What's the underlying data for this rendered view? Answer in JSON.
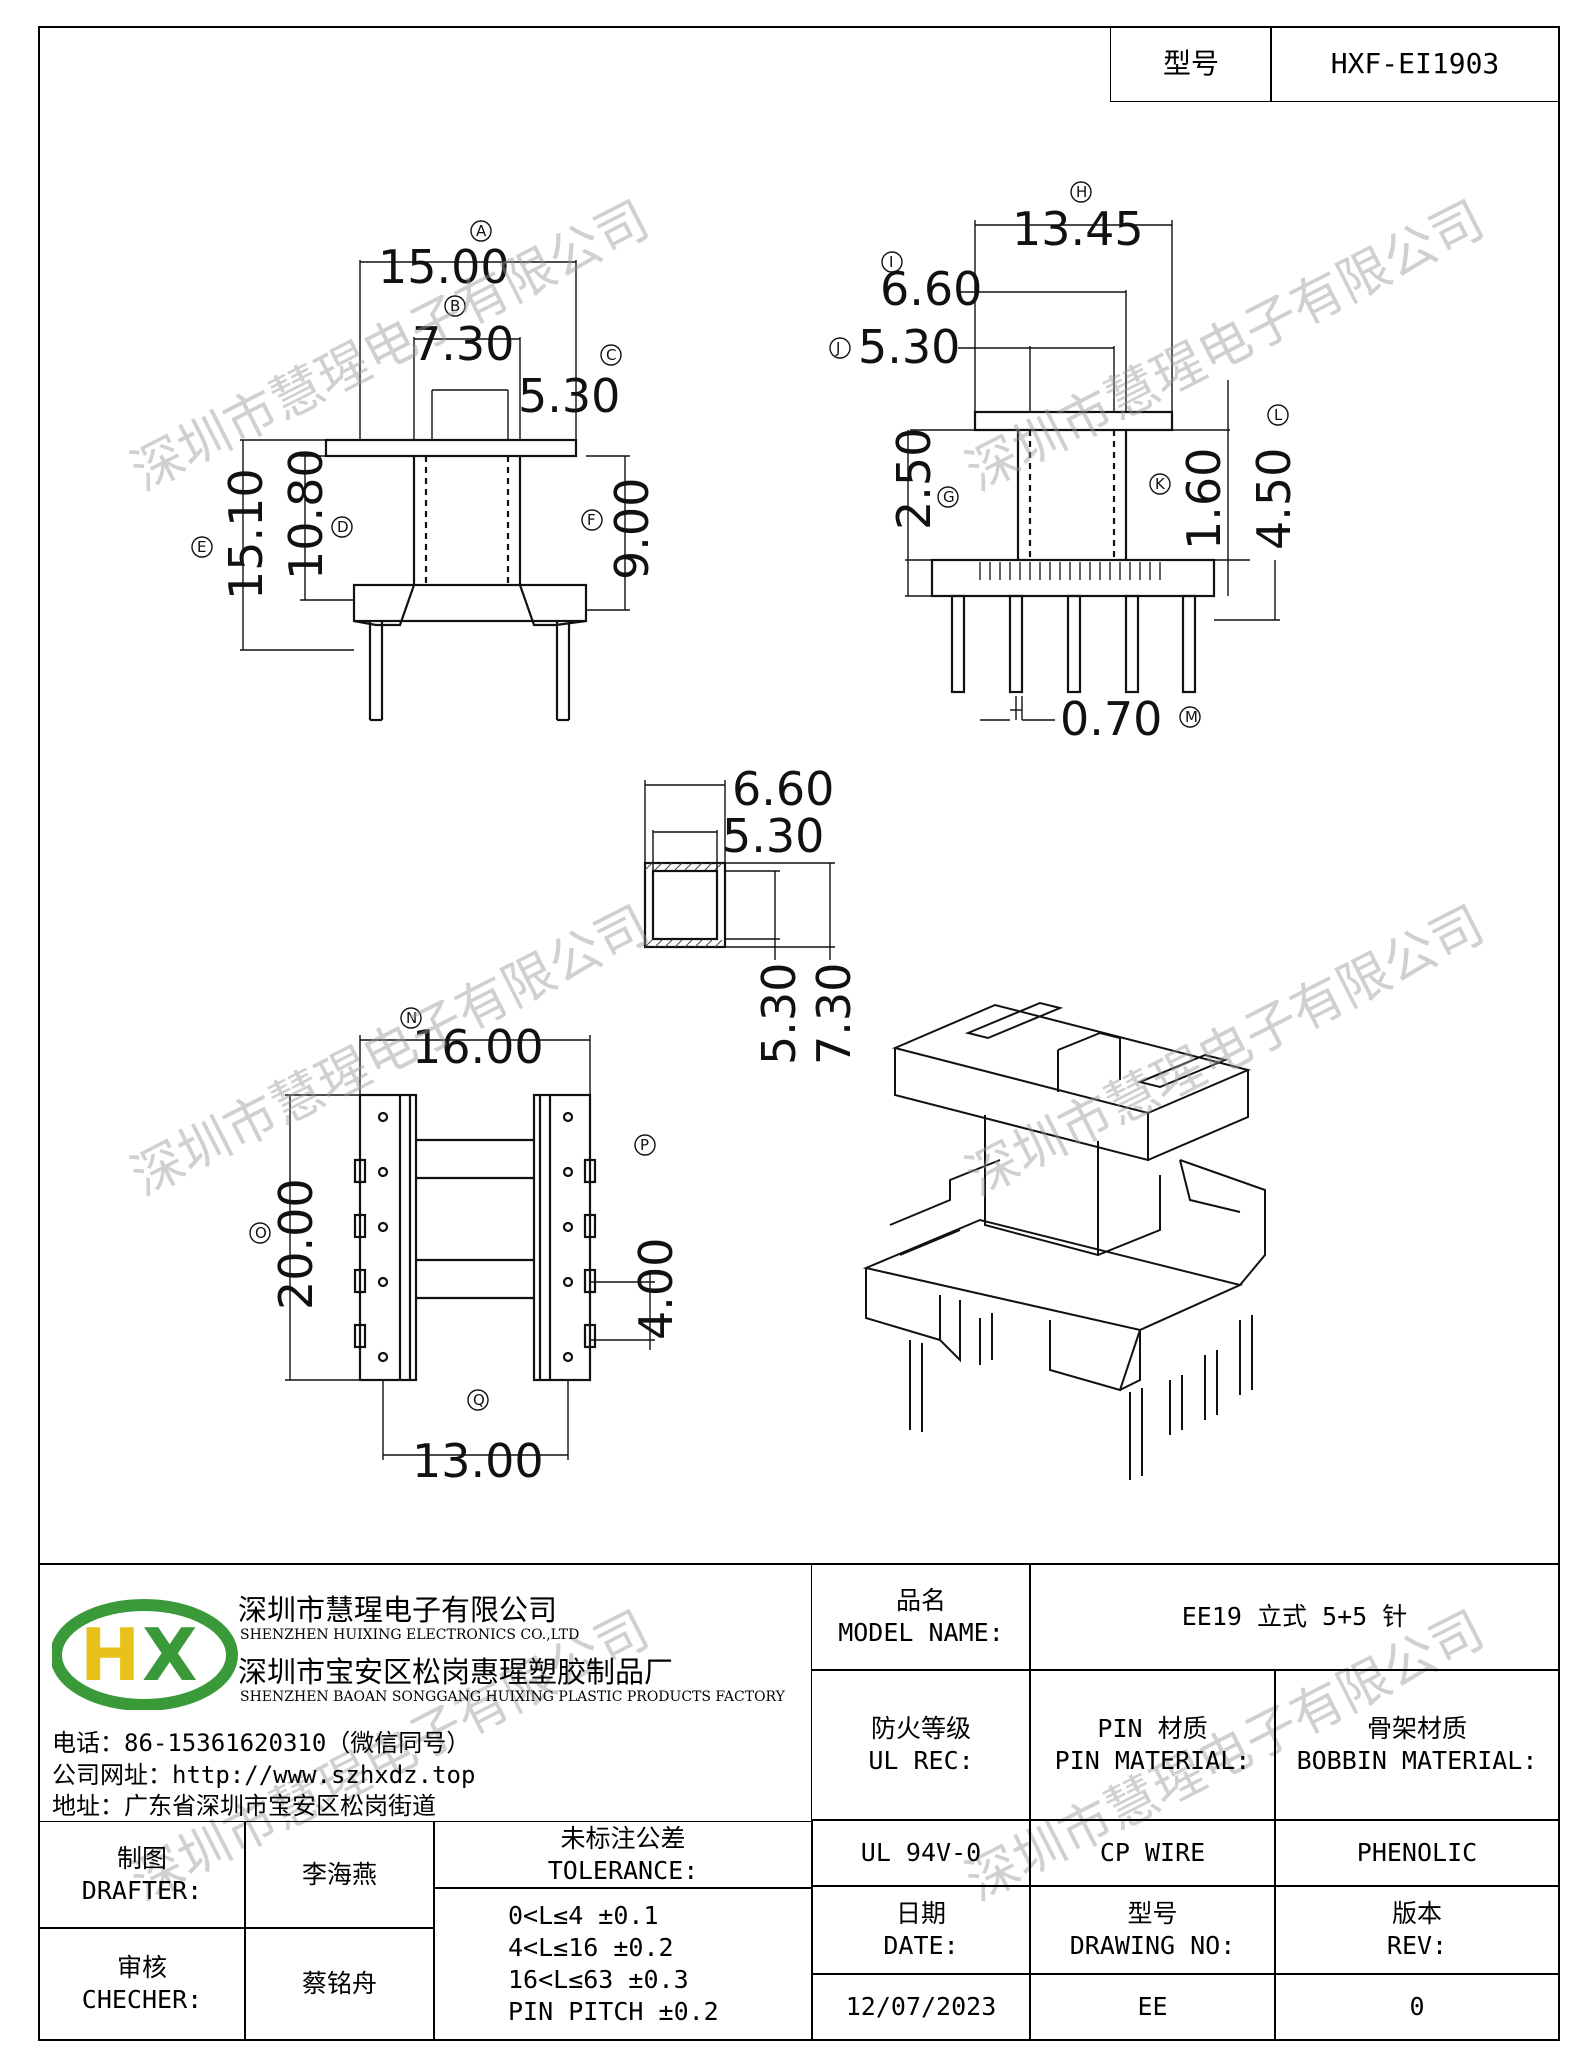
{
  "model_label": "型号",
  "model_value": "HXF-EI1903",
  "watermark": "深圳市慧瑆电子有限公司",
  "dimensions": {
    "A": "15.00",
    "B": "7.30",
    "C": "5.30",
    "D": "10.80",
    "E": "15.10",
    "F": "9.00",
    "H": "13.45",
    "I": "6.60",
    "J": "5.30",
    "G": "2.50",
    "K": "1.60",
    "L": "4.50",
    "M": "0.70",
    "core_w_outer": "6.60",
    "core_w_inner": "5.30",
    "core_h_inner": "5.30",
    "core_h_outer": "7.30",
    "N": "16.00",
    "O": "20.00",
    "P": "4.00",
    "Q": "13.00"
  },
  "company": {
    "name_cn": "深圳市慧瑆电子有限公司",
    "name_en": "SHENZHEN HUIXING ELECTRONICS CO.,LTD",
    "factory_cn": "深圳市宝安区松岗惠瑆塑胶制品厂",
    "factory_en": "SHENZHEN BAOAN SONGGANG HUIXING PLASTIC PRODUCTS FACTORY",
    "phone": "电话：86-15361620310（微信同号）",
    "web": "公司网址：http://www.szhxdz.top",
    "address": "地址：广东省深圳市宝安区松岗街道"
  },
  "table": {
    "model_name_cn": "品名",
    "model_name_en": "MODEL NAME:",
    "model_name_value": "EE19 立式 5+5 针",
    "ul_rec_cn": "防火等级",
    "ul_rec_en": "UL REC:",
    "pin_mat_cn": "PIN 材质",
    "pin_mat_en": "PIN MATERIAL:",
    "bobbin_mat_cn": "骨架材质",
    "bobbin_mat_en": "BOBBIN MATERIAL:",
    "ul_value": "UL 94V-0",
    "pin_value": "CP WIRE",
    "bobbin_value": "PHENOLIC",
    "drafter_cn": "制图",
    "drafter_en": "DRAFTER:",
    "drafter_name": "李海燕",
    "checker_cn": "审核",
    "checker_en": "CHECHER:",
    "checker_name": "蔡铭舟",
    "tolerance_cn": "未标注公差",
    "tolerance_en": "TOLERANCE:",
    "tolerance_lines": [
      "0<L≤4   ±0.1",
      "4<L≤16  ±0.2",
      "16<L≤63 ±0.3",
      "PIN PITCH ±0.2"
    ],
    "date_cn": "日期",
    "date_en": "DATE:",
    "date_value": "12/07/2023",
    "drawing_no_cn": "型号",
    "drawing_no_en": "DRAWING NO:",
    "drawing_no_value": "EE",
    "rev_cn": "版本",
    "rev_en": "REV:",
    "rev_value": "0"
  },
  "colors": {
    "logo_green": "#3a9a3a",
    "logo_yellow": "#e8c21a"
  }
}
